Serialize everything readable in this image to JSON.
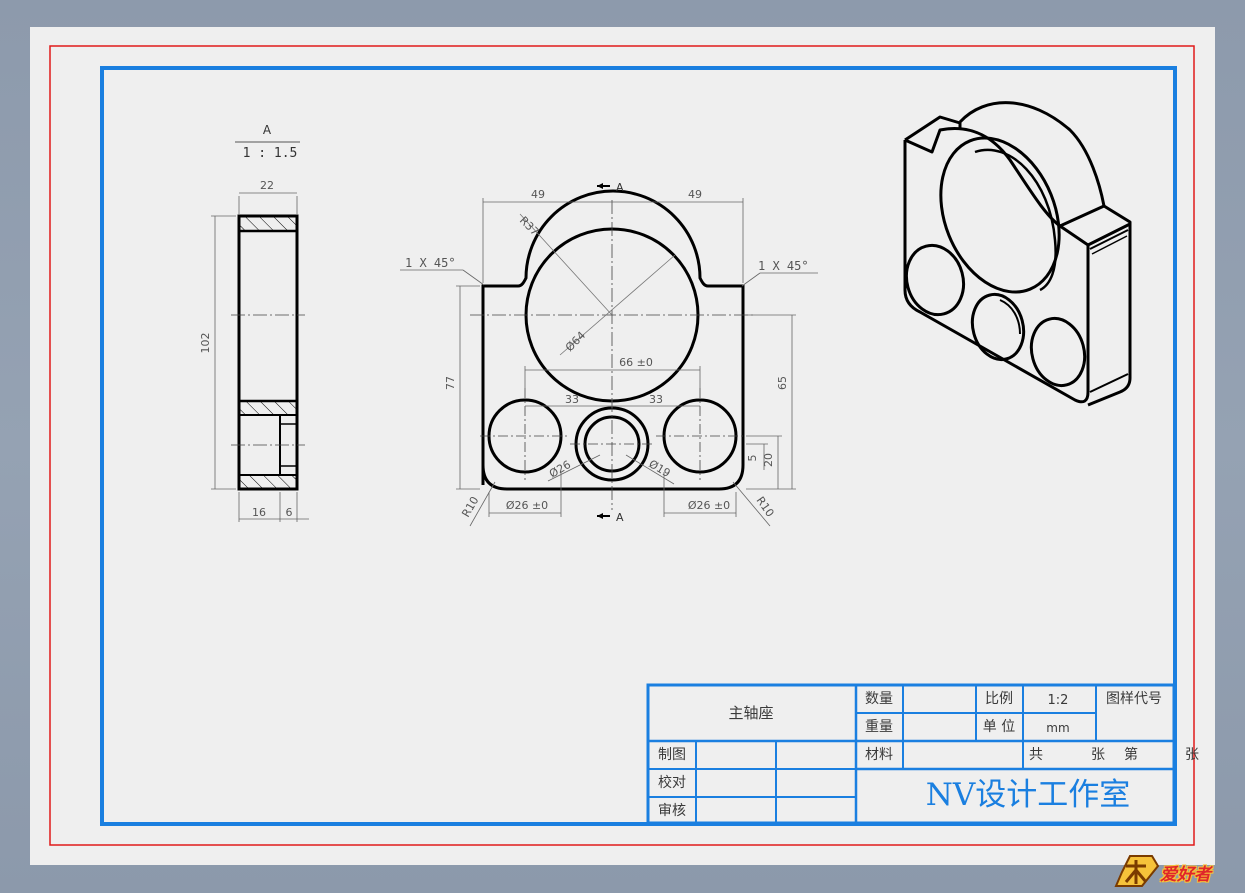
{
  "section_view": {
    "label": "A",
    "scale": "1 : 1.5"
  },
  "side_view_dims": {
    "width_top": "22",
    "height": "102",
    "bottom_left": "16",
    "bottom_right": "6"
  },
  "front_view_dims": {
    "half_left": "49",
    "half_right": "49",
    "radius_top": "R37",
    "chamfer_left": "1 X 45°",
    "chamfer_right": "1 X 45°",
    "bore_dia": "Ø64",
    "center_height_left": "77",
    "center_height_right": "65",
    "bolt_span": "66 ±0",
    "pitch_left": "33",
    "pitch_right": "33",
    "cb_outer": "Ø26",
    "cb_inner": "Ø19",
    "hole_left_dia": "Ø26 ±0",
    "hole_right_dia": "Ø26 ±0",
    "radius_bl": "R10",
    "radius_br": "R10",
    "dim_5": "5",
    "dim_20": "20",
    "section_mark_top": "A",
    "section_mark_bottom": "A"
  },
  "title_block": {
    "part_name": "主轴座",
    "qty_label": "数量",
    "weight_label": "重量",
    "material_label": "材料",
    "scale_label": "比例",
    "scale_value": "1:2",
    "unit_label": "单 位",
    "unit_value": "mm",
    "drawing_no_label": "图样代号",
    "sheet_total": "共",
    "sheet_unit1": "张",
    "sheet_idx": "第",
    "sheet_unit2": "张",
    "drawn_label": "制图",
    "checked_label": "校对",
    "approved_label": "审核",
    "studio": "NV设计工作室"
  },
  "watermark": {
    "text": "爱好者"
  },
  "colors": {
    "frame_blue": "#1a7fe0",
    "frame_red": "#e01a1a",
    "line": "#000000",
    "sheet": "#efefef"
  }
}
